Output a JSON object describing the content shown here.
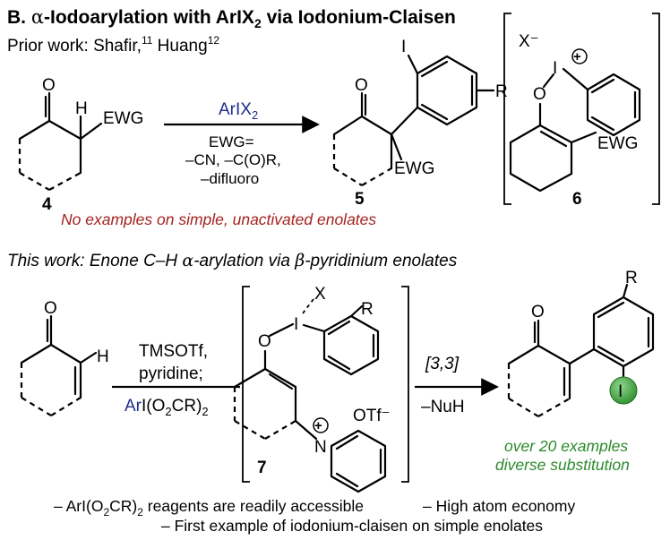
{
  "header": {
    "title_prefix": "B. ",
    "title_alpha": "α",
    "title_rest": "-Iodoarylation with ArIX",
    "title_sub": "2",
    "title_tail": " via Iodonium-Claisen"
  },
  "prior": {
    "label": "Prior work: Shafir,",
    "ref1": "11",
    "name2": " Huang",
    "ref2": "12"
  },
  "top_scheme": {
    "sm_atom_o": "O",
    "sm_atom_h": "H",
    "sm_group": "EWG",
    "sm_number": "4",
    "reagent": "ArIX",
    "reagent_sub": "2",
    "cond_line1": "EWG=",
    "cond_line2": "–CN, –C(O)R,",
    "cond_line3": "–difluoro",
    "prod_atom_o": "O",
    "prod_atom_i": "I",
    "prod_group": "EWG",
    "prod_sub_r": "R",
    "prod_number": "5",
    "note": "No examples on simple, unactivated enolates",
    "int_anion": "X⁻",
    "int_atom_i": "I",
    "int_charge": "+",
    "int_atom_o": "O",
    "int_group": "EWG",
    "int_number": "6"
  },
  "this_work": {
    "label_a": "This work: Enone C–H ",
    "alpha": "α",
    "label_b": "-arylation via ",
    "beta": "β",
    "label_c": "-pyridinium enolates"
  },
  "bottom_scheme": {
    "sm_atom_o": "O",
    "sm_atom_h": "H",
    "cond_line1": "TMSOTf,",
    "cond_line2": "pyridine;",
    "reagent_ar": "Ar",
    "reagent_i": "I",
    "reagent_a": "(O",
    "reagent_sub1": "2",
    "reagent_b": "CR)",
    "reagent_sub2": "2",
    "int_atom_o": "O",
    "int_atom_i": "I",
    "int_atom_x": "X",
    "int_sub_r": "R",
    "int_counterion": "OTf⁻",
    "int_atom_n": "N",
    "int_charge": "+",
    "int_number": "7",
    "step_rearr": "[3,3]",
    "step_loss": "–NuH",
    "prod_atom_o": "O",
    "prod_sub_r": "R",
    "prod_atom_i": "I",
    "result_line1": "over 20 examples",
    "result_line2": "diverse substitution"
  },
  "footer": {
    "point1_a": "– ArI(O",
    "point1_sub1": "2",
    "point1_b": "CR)",
    "point1_sub2": "2",
    "point1_c": " reagents are readily accessible",
    "point2": "– High atom economy",
    "point3": "– First example of iodonium-claisen on simple enolates"
  },
  "colors": {
    "reagent_blue": "#1f2d8a",
    "note_red": "#a3231f",
    "result_green": "#2c8a2c",
    "iodine_ball": "#3fa43f"
  }
}
